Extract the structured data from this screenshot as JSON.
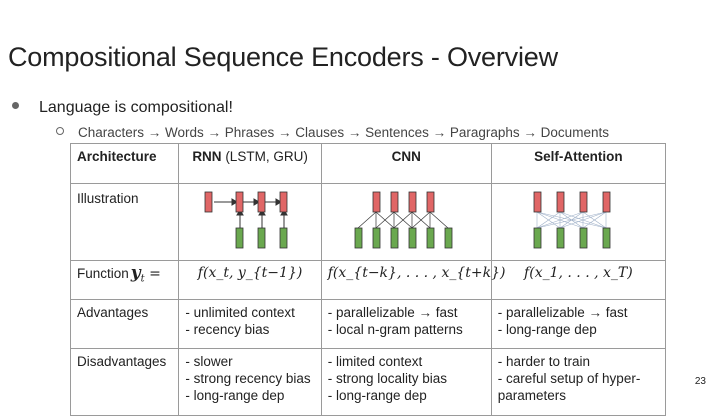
{
  "slide": {
    "title": "Compositional Sequence Encoders - Overview",
    "bullet": "Language is compositional!",
    "subbullet": "Characters → Words → Phrases → Clauses → Sentences → Paragraphs → Documents",
    "page_number": "23"
  },
  "table": {
    "headers": {
      "architecture": "Architecture",
      "rnn_bold": "RNN",
      "rnn_rest": " (LSTM, GRU)",
      "cnn": "CNN",
      "self_attention": "Self-Attention"
    },
    "illustration_label": "Illustration",
    "function_label": "Function",
    "function_lhs": "y",
    "function_lhs_sub": "t",
    "function_eq": " =",
    "functions": {
      "rnn": "f(x_t, y_{t−1})",
      "cnn": "f(x_{t−k}, . . . , x_{t+k})",
      "self_attention": "f(x_1, . . . , x_T)"
    },
    "advantages_label": "Advantages",
    "advantages": {
      "rnn": [
        "- unlimited context",
        "- recency bias"
      ],
      "cnn": [
        "- parallelizable → fast",
        "- local n-gram patterns"
      ],
      "self_attention": [
        "- parallelizable → fast",
        "- long-range dep"
      ]
    },
    "disadvantages_label": "Disadvantages",
    "disadvantages": {
      "rnn": [
        "- slower",
        "- strong recency bias",
        "- long-range dep"
      ],
      "cnn": [
        "- limited context",
        "- strong locality bias",
        "- long-range dep"
      ],
      "self_attention": [
        "- harder to train",
        "- careful setup of hyper-",
        "parameters"
      ]
    }
  },
  "colors": {
    "output_node": "#e06666",
    "input_node": "#6aa84f",
    "grid": "#9a9a9a"
  },
  "icons": [
    "rnn-diagram",
    "cnn-diagram",
    "self-attention-diagram"
  ]
}
